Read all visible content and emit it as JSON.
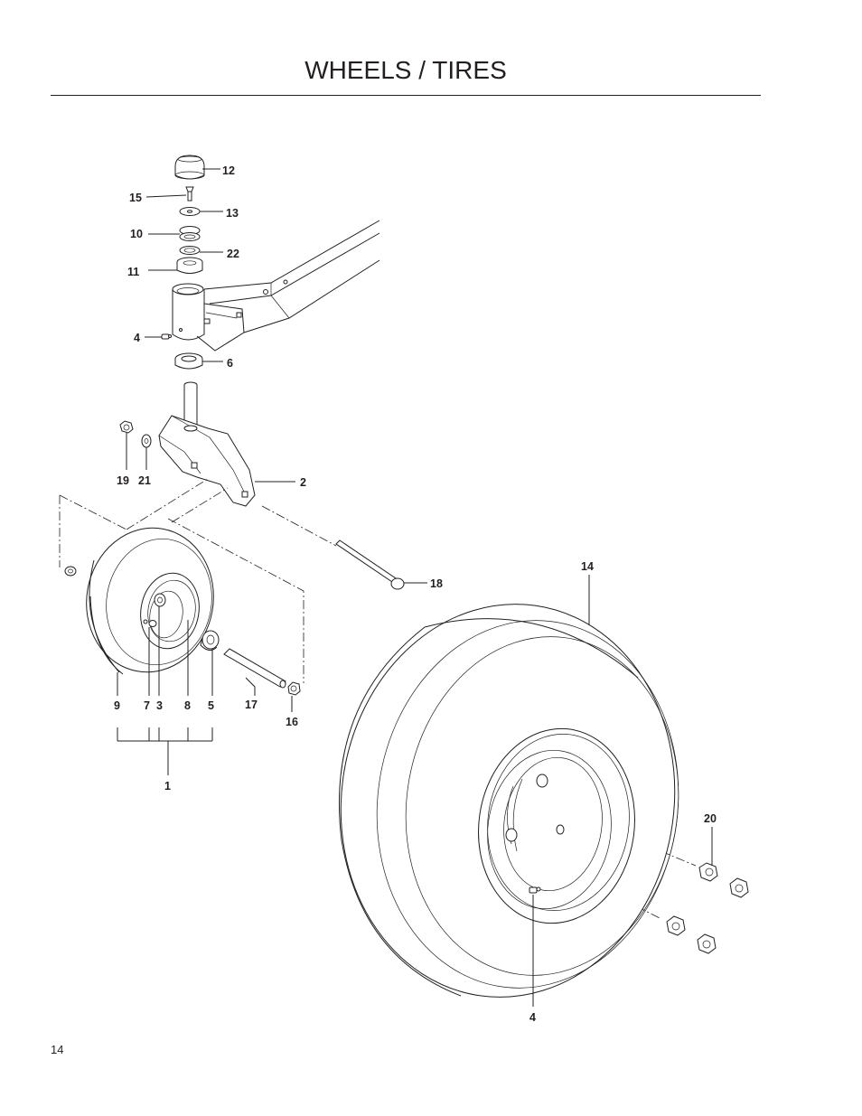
{
  "page": {
    "title": "WHEELS / TIRES",
    "number": "14"
  },
  "diagram": {
    "callouts": [
      {
        "id": "c12",
        "text": "12"
      },
      {
        "id": "c15",
        "text": "15"
      },
      {
        "id": "c13",
        "text": "13"
      },
      {
        "id": "c10",
        "text": "10"
      },
      {
        "id": "c22",
        "text": "22"
      },
      {
        "id": "c11",
        "text": "11"
      },
      {
        "id": "c4a",
        "text": "4"
      },
      {
        "id": "c6",
        "text": "6"
      },
      {
        "id": "c19",
        "text": "19"
      },
      {
        "id": "c21",
        "text": "21"
      },
      {
        "id": "c2",
        "text": "2"
      },
      {
        "id": "c18",
        "text": "18"
      },
      {
        "id": "c14",
        "text": "14"
      },
      {
        "id": "c9",
        "text": "9"
      },
      {
        "id": "c7",
        "text": "7"
      },
      {
        "id": "c3",
        "text": "3"
      },
      {
        "id": "c8",
        "text": "8"
      },
      {
        "id": "c5",
        "text": "5"
      },
      {
        "id": "c17",
        "text": "17"
      },
      {
        "id": "c16",
        "text": "16"
      },
      {
        "id": "c1",
        "text": "1"
      },
      {
        "id": "c20",
        "text": "20"
      },
      {
        "id": "c4b",
        "text": "4"
      }
    ]
  }
}
